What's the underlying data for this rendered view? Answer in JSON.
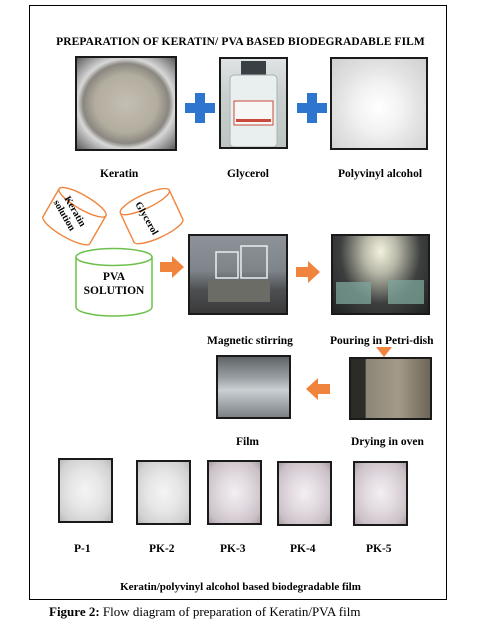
{
  "title": "PREPARATION OF KERATIN/ PVA BASED BIODEGRADABLE FILM",
  "ingredients": [
    {
      "label": "Keratin",
      "icon": "keratin-powder-photo"
    },
    {
      "label": "Glycerol",
      "icon": "glycerol-bottle-photo"
    },
    {
      "label": "Polyvinyl alcohol",
      "icon": "pva-granules-photo"
    }
  ],
  "cylinders": {
    "pva": {
      "line1": "PVA",
      "line2": "SOLUTION"
    },
    "keratin": {
      "line1": "Keratin",
      "line2": "solution"
    },
    "glycerol": {
      "line1": "Glycerol"
    }
  },
  "steps": {
    "stirring": "Magnetic stirring",
    "pouring": "Pouring in Petri-dish",
    "drying": "Drying in oven",
    "film": "Film"
  },
  "samples": [
    "P-1",
    "PK-2",
    "PK-3",
    "PK-4",
    "PK-5"
  ],
  "footer": "Keratin/polyvinyl alcohol based biodegradable film",
  "caption": {
    "prefix": "Figure 2:",
    "text": " Flow diagram of preparation of Keratin/PVA film"
  },
  "colors": {
    "plus": "#2e75d0",
    "arrow": "#f0843c",
    "cylinder": "#6cc04a"
  }
}
